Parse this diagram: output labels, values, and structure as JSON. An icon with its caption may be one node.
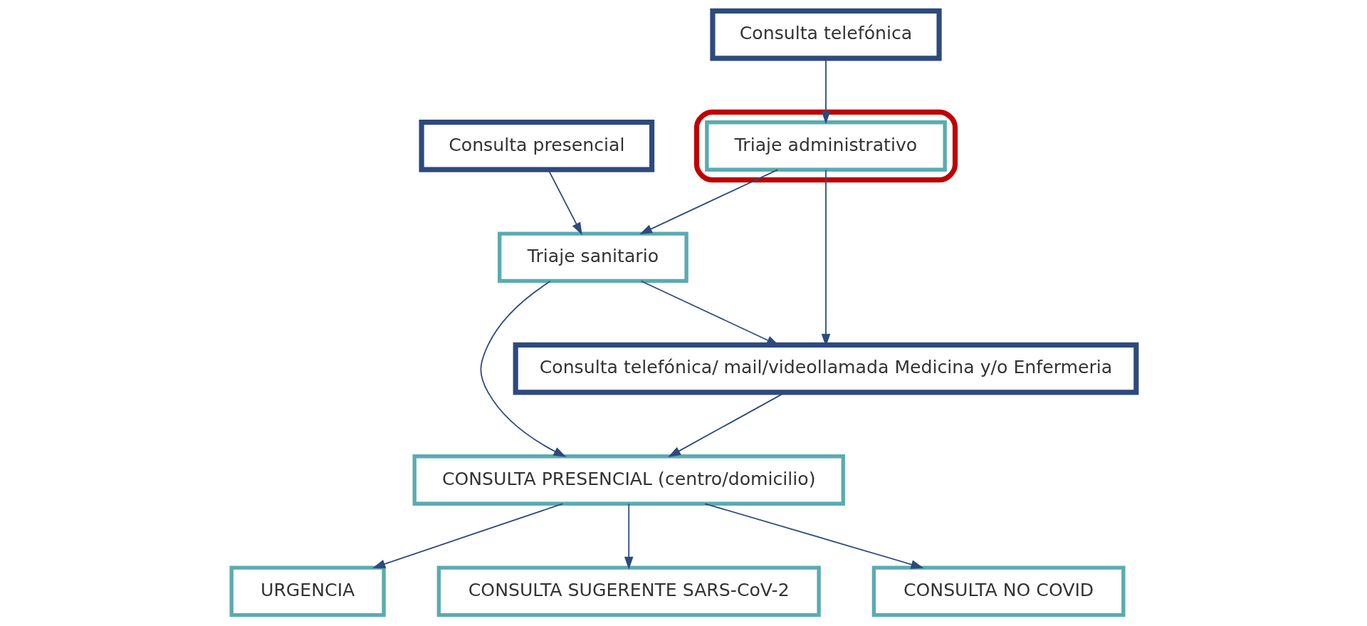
{
  "diagram": {
    "nodes": [
      {
        "text": [
          "Consulta telefónica"
        ]
      },
      {
        "text": [
          "Consulta presencial"
        ]
      },
      {
        "text": [],
        "shape": "ellipse"
      },
      {
        "text": [
          "Triaje administrativo"
        ],
        "in": 2
      },
      {
        "text": [
          "Triaje sanitario"
        ]
      },
      {
        "text": [
          "CONSULTA PRESENCIAL (centro/domicilio)"
        ]
      },
      {
        "text": [
          "URGENCIA"
        ]
      },
      {
        "text": [
          "CONSULTA SUGERENTE SARS-CoV-2"
        ]
      },
      {
        "text": [
          "CONSULTA NO COVID"
        ]
      },
      {
        "text": [
          "Consulta telefónica/ mail/videollamada Medicina y/o Enfermeria"
        ]
      }
    ],
    "edges": [
      {
        "from": 0,
        "to": 3,
        "arrow": "to"
      },
      {
        "from": 1,
        "to": 4,
        "arrow": "to"
      },
      {
        "from": 3,
        "to": 4,
        "arrow": "to"
      },
      {
        "from": 4,
        "to": 5,
        "arrow": "to"
      },
      {
        "from": 5,
        "to": 6,
        "arrow": "to"
      },
      {
        "from": 5,
        "to": 7,
        "arrow": "to"
      },
      {
        "from": 5,
        "to": 8,
        "arrow": "to"
      },
      {
        "from": 3,
        "to": 9,
        "arrow": "to"
      },
      {
        "from": 4,
        "to": 9,
        "arrow": "to"
      },
      {
        "from": 9,
        "to": 5,
        "arrow": "to"
      }
    ]
  }
}
